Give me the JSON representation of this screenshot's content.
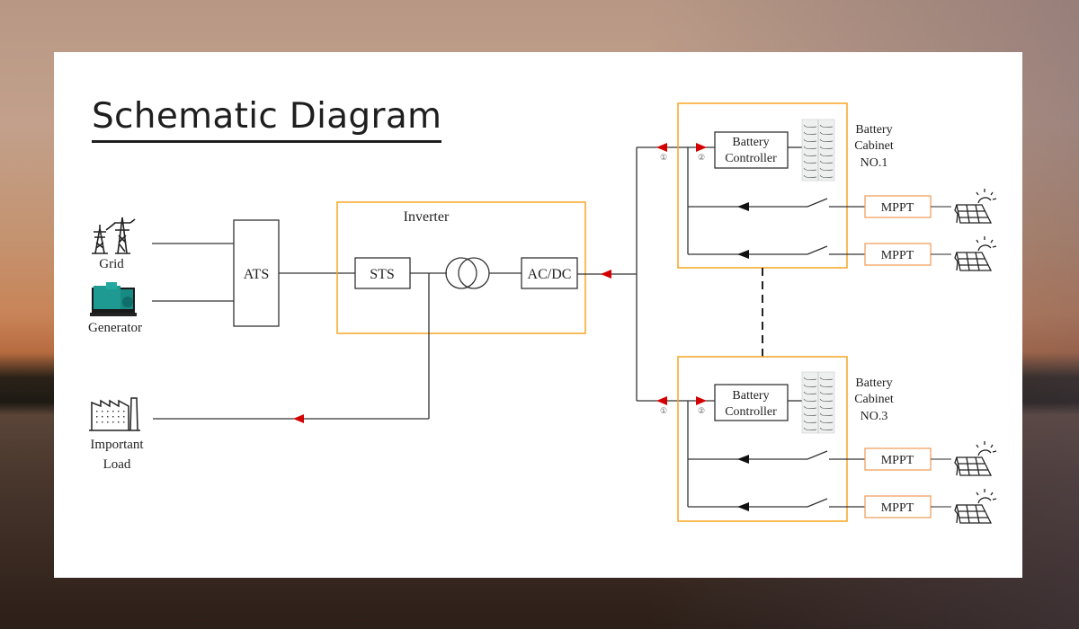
{
  "title": "Schematic Diagram",
  "sources": {
    "grid_label": "Grid",
    "generator_label": "Generator"
  },
  "ats_label": "ATS",
  "inverter": {
    "label": "Inverter",
    "sts_label": "STS",
    "acdc_label": "AC/DC"
  },
  "load": {
    "label_line1": "Important",
    "label_line2": "Load"
  },
  "cabinets": [
    {
      "controller_line1": "Battery",
      "controller_line2": "Controller",
      "name_line1": "Battery",
      "name_line2": "Cabinet",
      "name_line3": "NO.1",
      "marker1": "①",
      "marker2": "②",
      "mppt": [
        "MPPT",
        "MPPT"
      ]
    },
    {
      "controller_line1": "Battery",
      "controller_line2": "Controller",
      "name_line1": "Battery",
      "name_line2": "Cabinet",
      "name_line3": "NO.3",
      "marker1": "①",
      "marker2": "②",
      "mppt": [
        "MPPT",
        "MPPT"
      ]
    }
  ],
  "colors": {
    "frame_orange": "#f5a623",
    "mppt_border": "#f0a060",
    "arrow_red": "#d40000",
    "line": "#333333"
  }
}
